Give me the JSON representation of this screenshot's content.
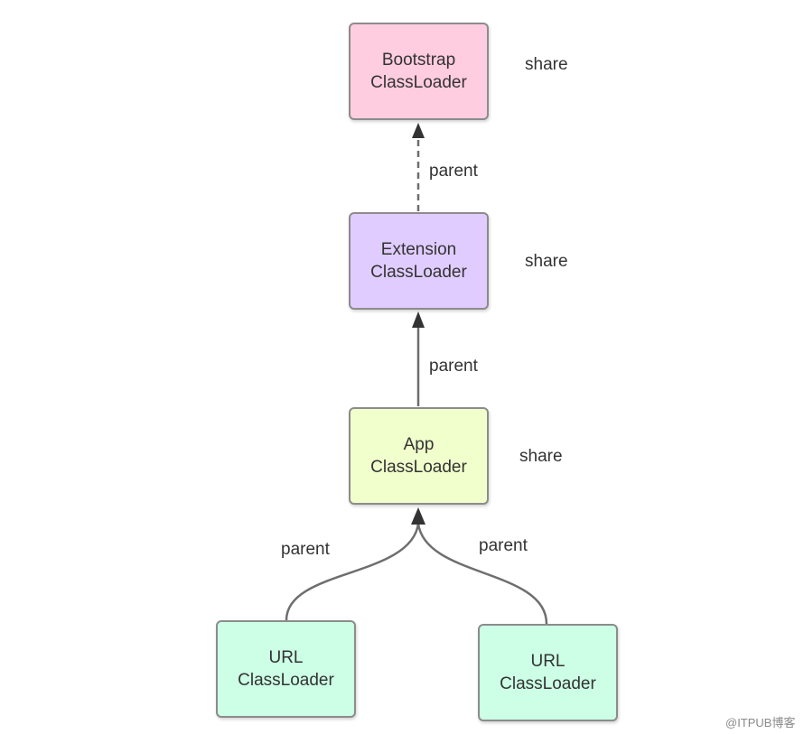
{
  "nodes": {
    "bootstrap": {
      "line1": "Bootstrap",
      "line2": "ClassLoader",
      "color": "#ffcce0"
    },
    "extension": {
      "line1": "Extension",
      "line2": "ClassLoader",
      "color": "#e0ccff"
    },
    "app": {
      "line1": "App",
      "line2": "ClassLoader",
      "color": "#f0ffcc"
    },
    "url_left": {
      "line1": "URL",
      "line2": "ClassLoader",
      "color": "#ccffe6"
    },
    "url_right": {
      "line1": "URL",
      "line2": "ClassLoader",
      "color": "#ccffe6"
    }
  },
  "share_labels": [
    "share",
    "share",
    "share"
  ],
  "edge_labels": {
    "ext_to_boot": "parent",
    "app_to_ext": "parent",
    "urlleft_to_app": "parent",
    "urlright_to_app": "parent"
  },
  "edge_color": "#6e6e6e",
  "watermark": "@ITPUB博客"
}
